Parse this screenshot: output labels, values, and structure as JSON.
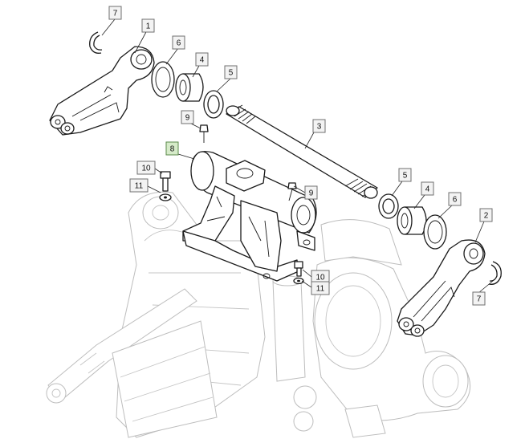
{
  "callouts": [
    {
      "id": "c7a",
      "label": "7"
    },
    {
      "id": "c1",
      "label": "1"
    },
    {
      "id": "c6a",
      "label": "6"
    },
    {
      "id": "c4a",
      "label": "4"
    },
    {
      "id": "c5a",
      "label": "5"
    },
    {
      "id": "c9a",
      "label": "9"
    },
    {
      "id": "c3",
      "label": "3"
    },
    {
      "id": "c8",
      "label": "8"
    },
    {
      "id": "c10a",
      "label": "10"
    },
    {
      "id": "c11a",
      "label": "11"
    },
    {
      "id": "c9b",
      "label": "9"
    },
    {
      "id": "c5b",
      "label": "5"
    },
    {
      "id": "c4b",
      "label": "4"
    },
    {
      "id": "c6b",
      "label": "6"
    },
    {
      "id": "c2",
      "label": "2"
    },
    {
      "id": "c10b",
      "label": "10"
    },
    {
      "id": "c11b",
      "label": "11"
    },
    {
      "id": "c7b",
      "label": "7"
    }
  ],
  "highlight_color": "#d6ebc9"
}
